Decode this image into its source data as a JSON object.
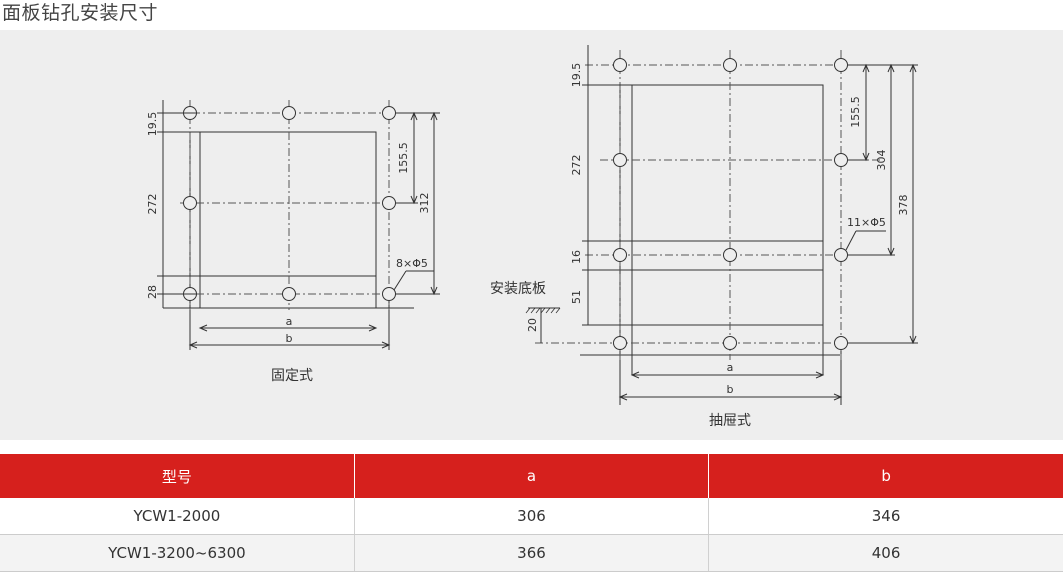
{
  "page_title": "面板钻孔安装尺寸",
  "fixed": {
    "caption": "固定式",
    "dims": {
      "top": "19.5",
      "mid": "272",
      "bottom": "28",
      "inner": "155.5",
      "total": "312",
      "holes": "8×Φ5",
      "a": "a",
      "b": "b"
    }
  },
  "drawer": {
    "caption": "抽屉式",
    "mount_label": "安装底板",
    "dims": {
      "top": "19.5",
      "mid": "272",
      "rail": "16",
      "lower": "51",
      "base": "20",
      "inner": "155.5",
      "mid_total": "304",
      "total": "378",
      "holes": "11×Φ5",
      "a": "a",
      "b": "b"
    }
  },
  "table": {
    "headers": [
      "型号",
      "a",
      "b"
    ],
    "rows": [
      [
        "YCW1-2000",
        "306",
        "346"
      ],
      [
        "YCW1-3200~6300",
        "366",
        "406"
      ]
    ]
  }
}
